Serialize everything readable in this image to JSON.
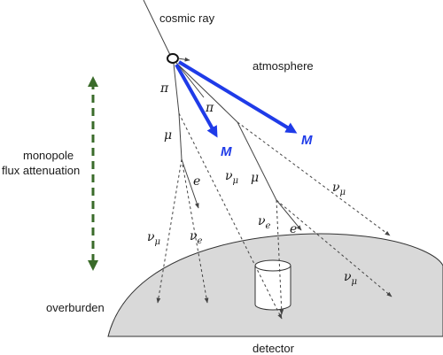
{
  "labels": {
    "cosmic_ray": "cosmic ray",
    "atmosphere": "atmosphere",
    "monopole_line1": "monopole",
    "monopole_line2": "flux attenuation",
    "overburden": "overburden",
    "detector": "detector",
    "pi_1": "π",
    "pi_2": "π",
    "mu_1": "μ",
    "mu_2": "μ",
    "e_1": "e",
    "e_2": "e",
    "monopole_1": "M",
    "monopole_2": "M"
  },
  "neutrinos": {
    "nu_mu_1": {
      "base": "ν",
      "sub": "μ"
    },
    "nu_mu_2": {
      "base": "ν",
      "sub": "μ"
    },
    "nu_mu_3": {
      "base": "ν",
      "sub": "μ"
    },
    "nu_mu_4": {
      "base": "ν",
      "sub": "μ"
    },
    "nu_e_1": {
      "base": "ν",
      "sub": "e"
    },
    "nu_e_2": {
      "base": "ν",
      "sub": "e"
    }
  },
  "colors": {
    "monopole": "#1f3be8",
    "attenuation_arrow": "#3a6b2a",
    "ground": "#d9d9d9"
  }
}
